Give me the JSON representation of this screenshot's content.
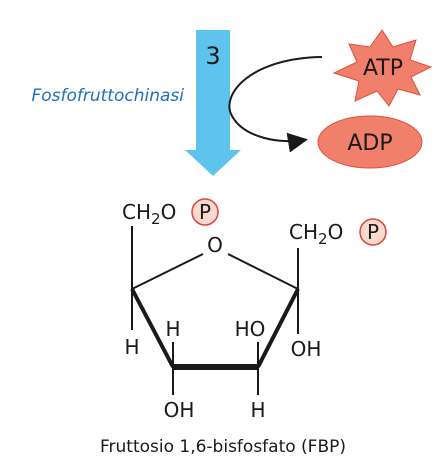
{
  "reaction": {
    "step_number": "3",
    "enzyme": "Fosfofruttochinasi",
    "cofactor_in": "ATP",
    "cofactor_out": "ADP"
  },
  "molecule": {
    "c6_group": "CH",
    "c6_sub": "2",
    "c6_o": "O",
    "phosphate_label": "P",
    "c1_group": "CH",
    "c1_sub": "2",
    "c1_o": "O",
    "ring_oxygen": "O",
    "c5_left_h": "H",
    "c4_top_h": "H",
    "c3_top_ho": "HO",
    "c2_right_oh": "OH",
    "c4_bottom_oh": "OH",
    "c3_bottom_h": "H",
    "name": "Fruttosio 1,6-bisfosfato (FBP)"
  },
  "colors": {
    "arrow_blue": "#5ec4ee",
    "enzyme_blue": "#1f6fc0",
    "salmon": "#f0806b",
    "salmon_border": "#e0503a",
    "phosphate_fill": "#fbd9d0",
    "phosphate_border": "#d9463a"
  }
}
